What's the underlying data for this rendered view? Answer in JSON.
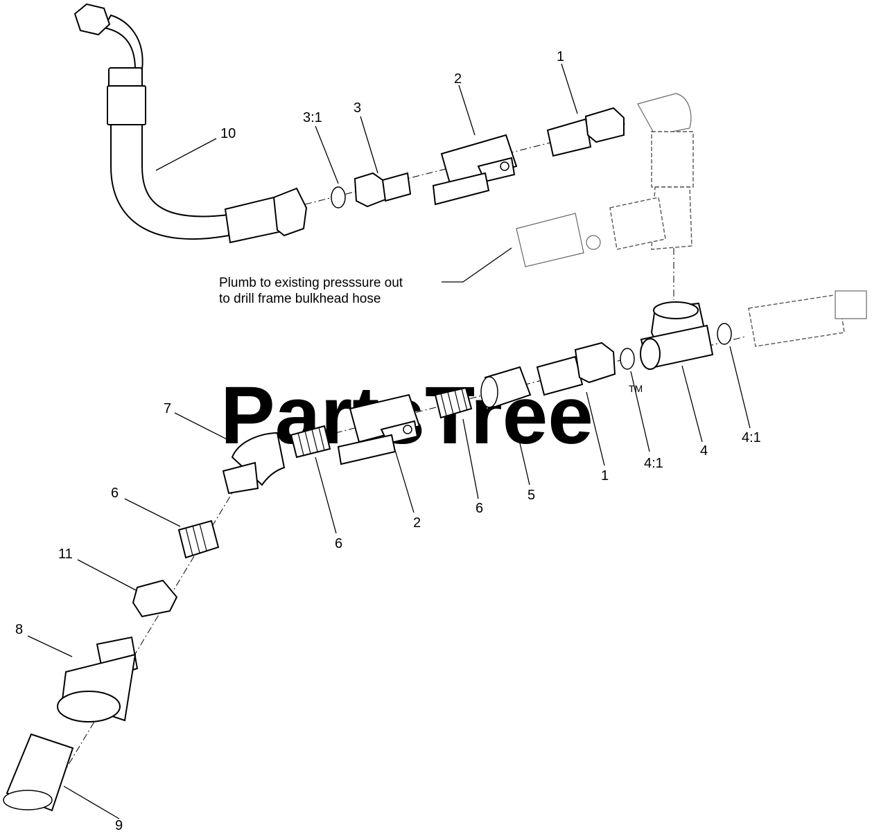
{
  "watermark": {
    "brand": "PartsTree",
    "trademark": "TM"
  },
  "note": {
    "line1": "Plumb to existing presssure out",
    "line2": "to drill frame bulkhead hose"
  },
  "callouts": {
    "c10": "10",
    "c3_1": "3:1",
    "c3": "3",
    "c2_top": "2",
    "c1_top": "1",
    "c7": "7",
    "c6_left": "6",
    "c11": "11",
    "c8": "8",
    "c9": "9",
    "c6_mid": "6",
    "c2_bottom": "2",
    "c6_right": "6",
    "c5": "5",
    "c1_bottom": "1",
    "c4_1_mid": "4:1",
    "c4": "4",
    "c4_1_right": "4:1"
  }
}
